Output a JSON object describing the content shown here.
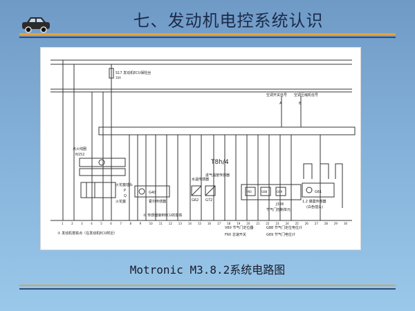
{
  "slide": {
    "title": "七、发动机电控系统认识",
    "caption": "Motronic M3.8.2系统电路图",
    "colors": {
      "accent_rule": "#e8a23a",
      "dark_rule": "#2a4d7a",
      "title_text": "#1c2a4a"
    },
    "logo_icon": "car-icon"
  },
  "diagram": {
    "fuse_label": "S17 发动机ECU保险丝",
    "fuse_rating": "10A",
    "ac_switch_signal": "空调开关信号",
    "ac_compressor_signal": "空调压缩机信号",
    "ac_switch_letter": "A",
    "ac_compressor_letter": "B",
    "ignition_label": "点火线圈",
    "ignition_code": "N152",
    "connector_label": "T8h/4",
    "spark_plugs_label": "火花塞插头",
    "spark_plugs_code": "P",
    "spark_label_q": "火花塞",
    "spark_code_q": "Q",
    "knock_sensor_code": "G40",
    "knock_sensor_label": "霍尔传感器",
    "sensor_g62_code": "G62",
    "sensor_g62_label": "水温传感器",
    "sensor_g72_code": "G72",
    "sensor_g72_label": "进气温度传感器",
    "throttle_code": "J338",
    "throttle_label": "节气门控制单元",
    "g88_code": "G88",
    "g69_code": "G69",
    "v60_code": "V60",
    "o2_code": "G61",
    "o2_label": "1.2 爆震传感器",
    "o2_sub_label": "(白色插头)",
    "sensor_wire_note": "② 传感器接到ECU的搭铁",
    "ground_note": "① 发动机搭铁点（在发动机ECU附近）",
    "legend_v60": "V60 节气门定位器",
    "legend_f60": "F60 怠速开关",
    "legend_g88": "G88 节气门定位电位计",
    "legend_g69": "G69 节气门电位计",
    "pin_numbers": [
      "1",
      "2",
      "3",
      "4",
      "5",
      "6",
      "7",
      "8",
      "9",
      "10",
      "11",
      "12",
      "13",
      "14",
      "15",
      "16",
      "17",
      "18",
      "19",
      "20",
      "21",
      "22",
      "23",
      "24",
      "25",
      "26",
      "27",
      "28",
      "29",
      "30"
    ]
  }
}
